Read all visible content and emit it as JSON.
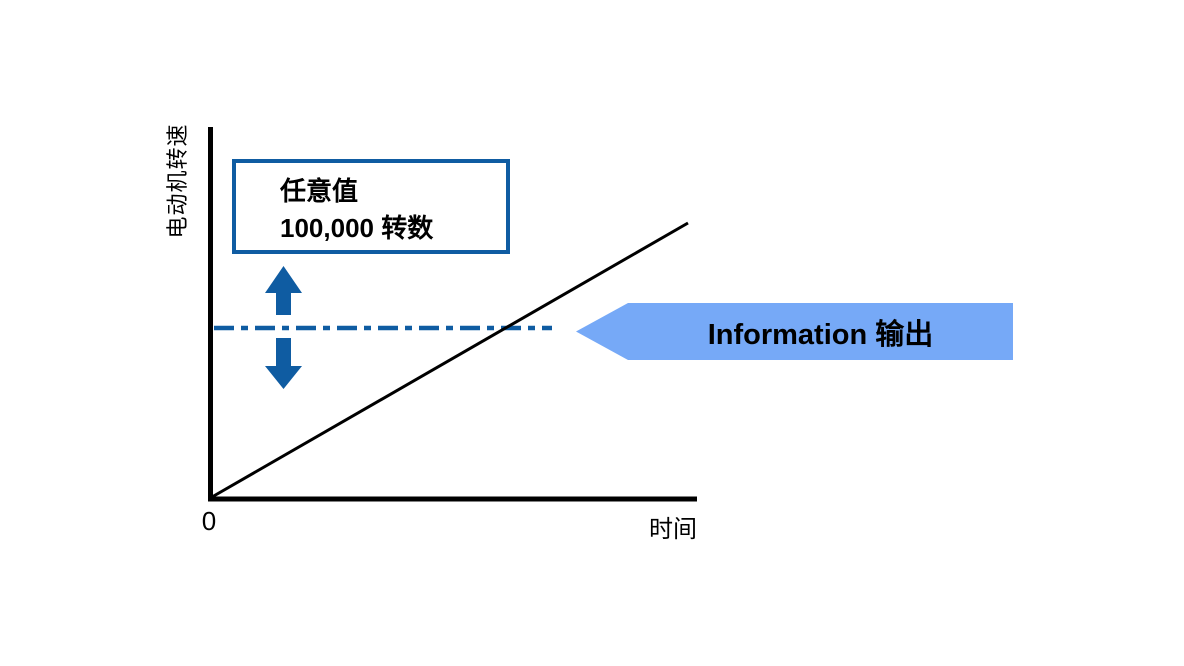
{
  "figure": {
    "title_semantic": "motor-speed-vs-time-threshold-diagram",
    "y_axis_label": "电动机转速",
    "x_axis_label": "时间",
    "origin_label": "0",
    "threshold_box": {
      "line1": "任意值",
      "line2": "100,000 转数"
    },
    "info_arrow_label": "Information 输出"
  },
  "colors": {
    "accent_dark_blue": "#0F5CA2",
    "accent_light_blue": "#76A9F7",
    "line_black": "#000000"
  }
}
